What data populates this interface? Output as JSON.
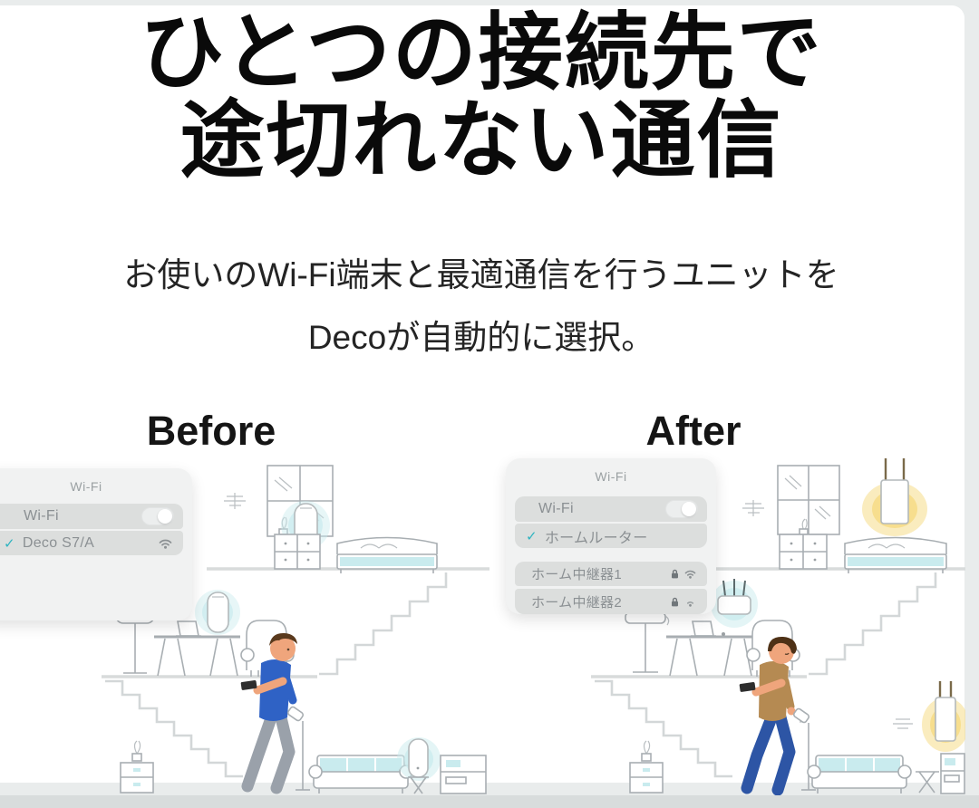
{
  "heading": {
    "line1": "ひとつの接続先で",
    "line2": "途切れない通信"
  },
  "subtitle": {
    "line1": "お使いのWi-Fi端末と最適通信を行うユニットを",
    "line2": "Decoが自動的に選択。"
  },
  "before": {
    "label": "Before",
    "panel": {
      "title": "Wi-Fi",
      "wifi_toggle_label": "Wi-Fi",
      "wifi_toggle_state": "on",
      "selected_network": "Deco S7/A"
    }
  },
  "after": {
    "label": "After",
    "panel": {
      "title": "Wi-Fi",
      "wifi_toggle_label": "Wi-Fi",
      "wifi_toggle_state": "on",
      "selected_network": "ホームルーター",
      "other_networks": [
        {
          "name": "ホーム中継器1",
          "locked": true
        },
        {
          "name": "ホーム中継器2",
          "locked": true
        }
      ]
    }
  },
  "icons": {
    "check": "✓",
    "lock": "lock-icon",
    "wifi": "wifi-signal-icon",
    "toggle": "wifi-toggle-switch"
  },
  "colors": {
    "accent_teal": "#2fb4c0",
    "glow_teal": "#c9ebee",
    "glow_yellow": "#f6d97d",
    "panel_bg": "#f1f2f2",
    "row_bg": "#dcdedd",
    "row_text": "#8b9093",
    "shirt_blue": "#2f62c5",
    "pants_grey": "#9aa1aa",
    "shirt_tan": "#b58a52",
    "jeans_blue": "#2d55a5",
    "skin": "#efa57c"
  }
}
